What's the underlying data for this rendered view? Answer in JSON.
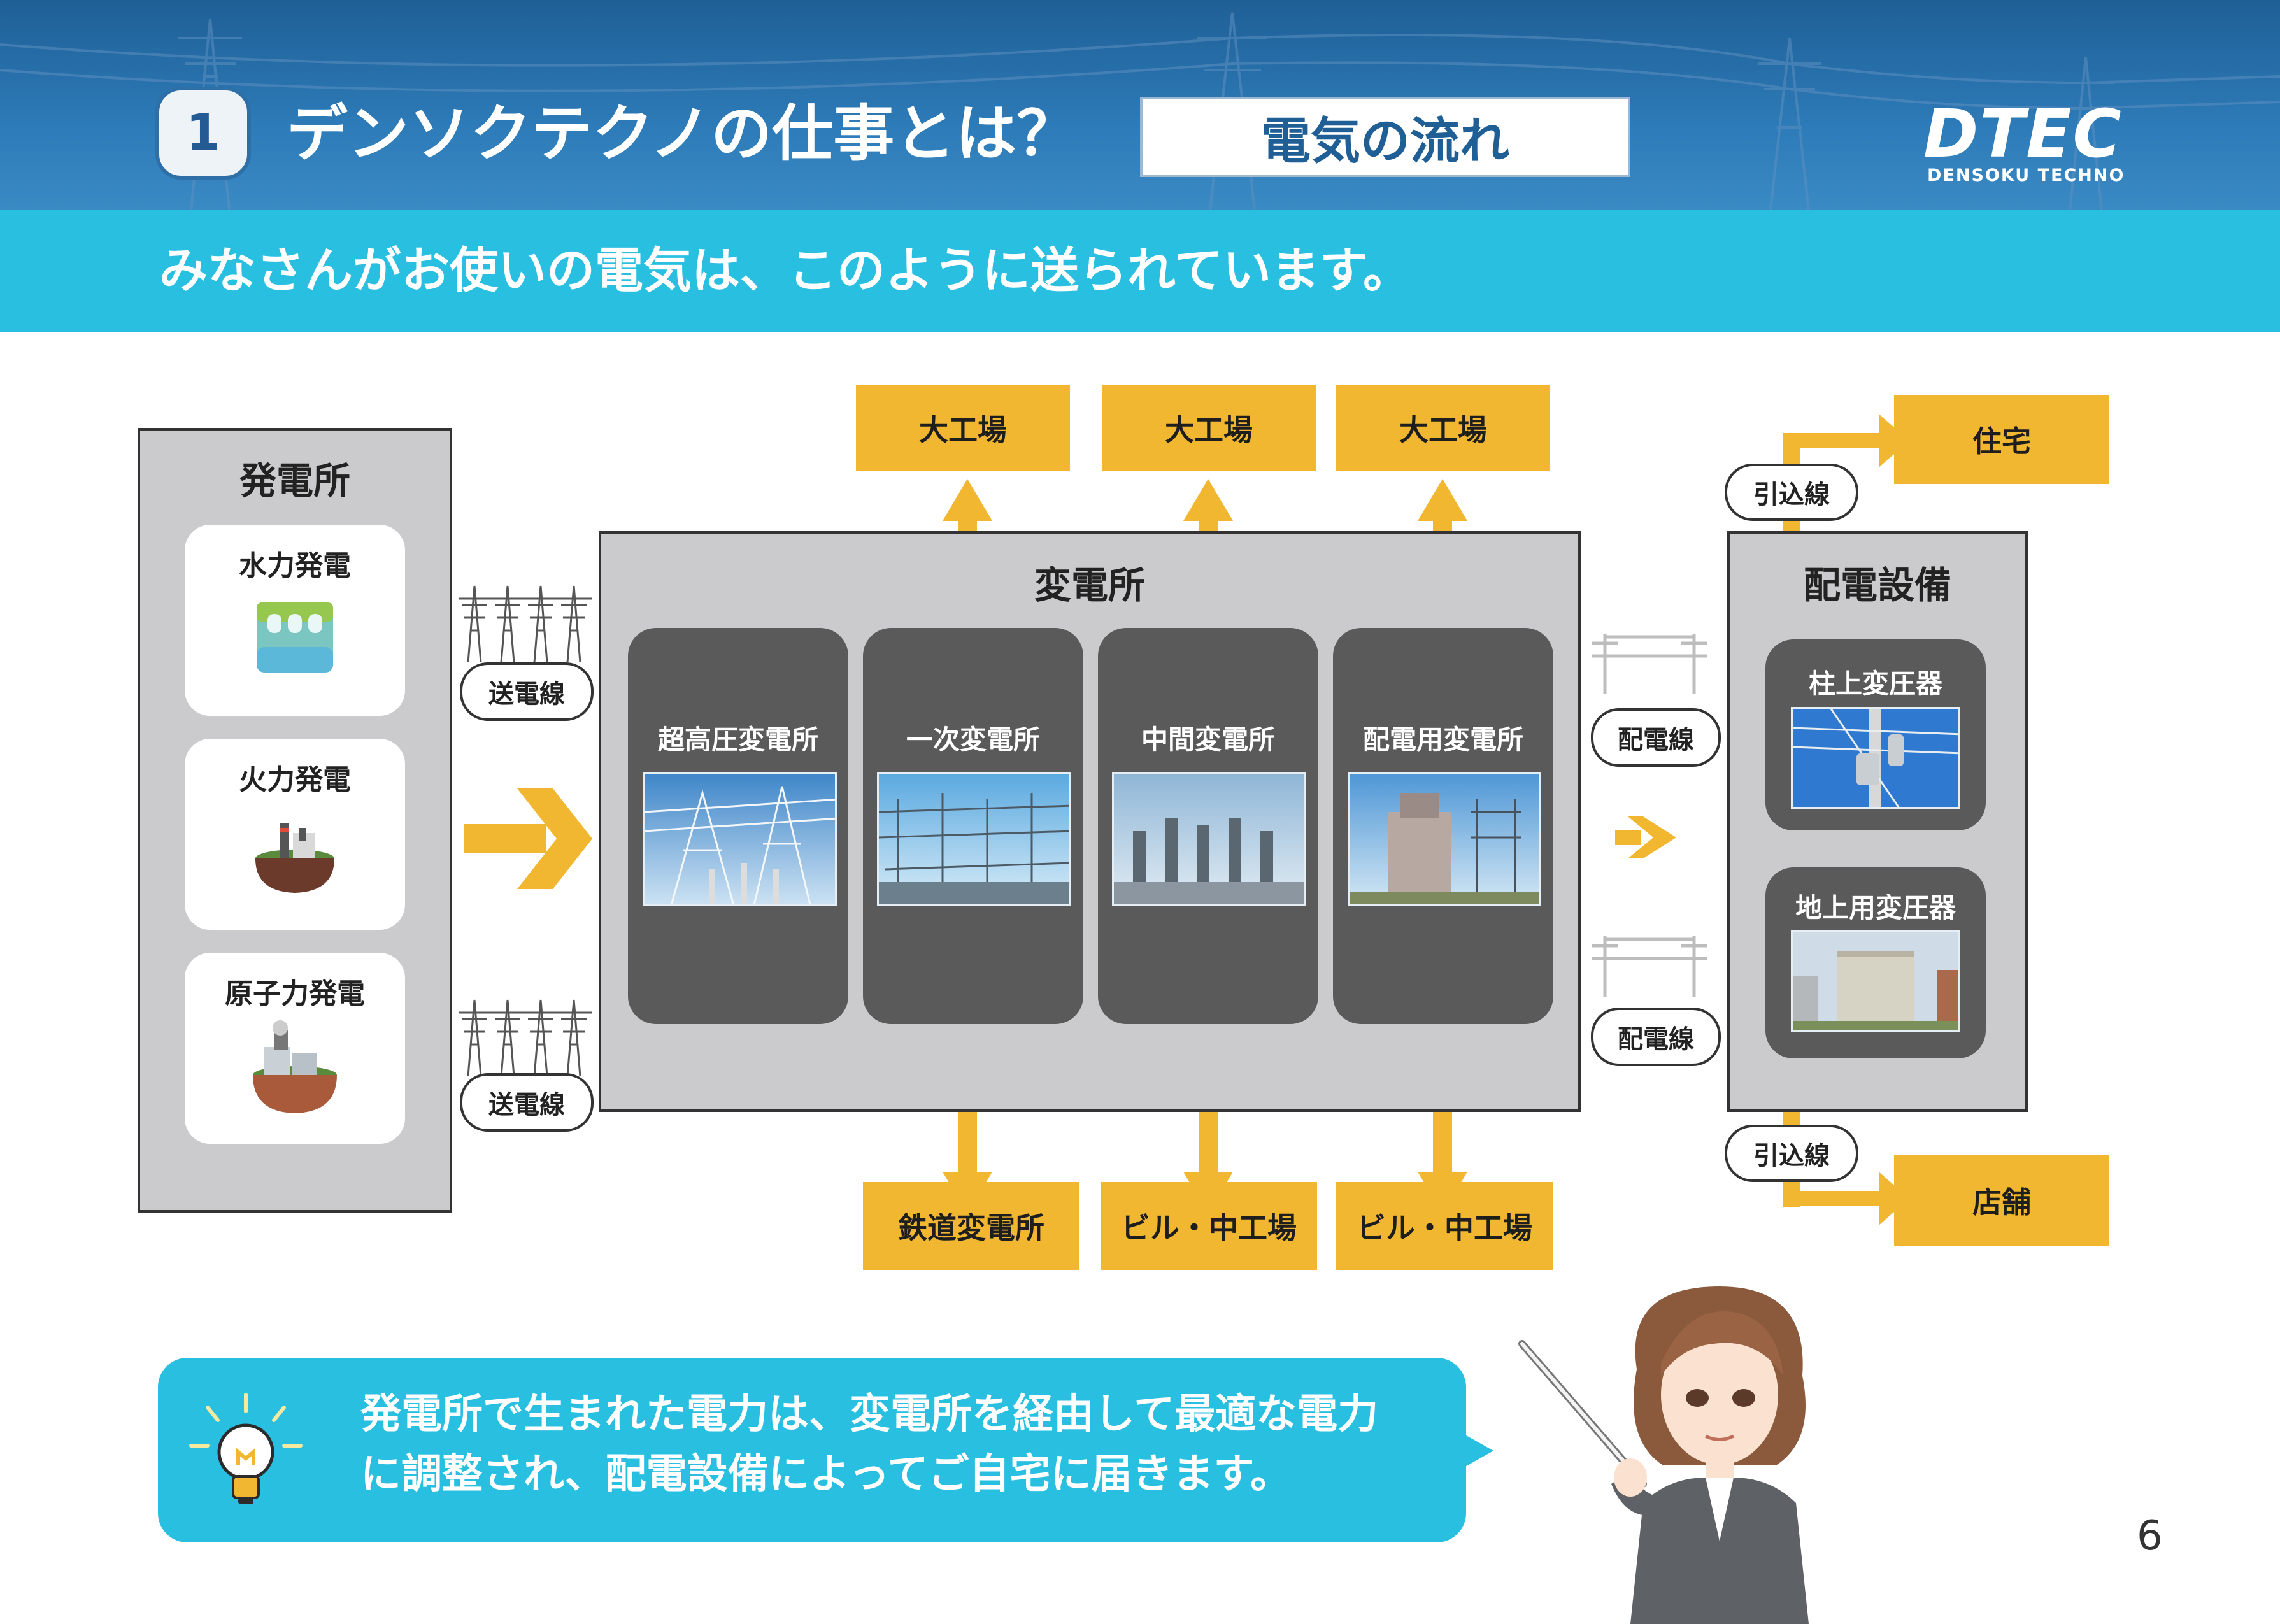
{
  "header": {
    "number": "1",
    "title": "デンソクテクノの仕事とは？",
    "topic": "電気の流れ",
    "logo_mark": "DTEC",
    "logo_sub": "DENSOKU TECHNO"
  },
  "banner": {
    "text": "みなさんがお使いの電気は、このように送られています。"
  },
  "power_plants": {
    "title": "発電所",
    "items": [
      {
        "label": "水力発電",
        "icon": "hydro-dam-icon"
      },
      {
        "label": "火力発電",
        "icon": "thermal-plant-icon"
      },
      {
        "label": "原子力発電",
        "icon": "nuclear-plant-icon"
      }
    ]
  },
  "transmission": {
    "label_top": "送電線",
    "label_bottom": "送電線"
  },
  "substation": {
    "title": "変電所",
    "stages": [
      {
        "label": "超高圧変電所"
      },
      {
        "label": "一次変電所"
      },
      {
        "label": "中間変電所"
      },
      {
        "label": "配電用変電所"
      }
    ]
  },
  "outputs_top": [
    "大工場",
    "大工場",
    "大工場"
  ],
  "outputs_bottom": [
    "鉄道変電所",
    "ビル・中工場",
    "ビル・中工場"
  ],
  "distribution_lines": {
    "label_top": "配電線",
    "label_bottom": "配電線"
  },
  "distribution": {
    "title": "配電設備",
    "items": [
      {
        "label": "柱上変圧器"
      },
      {
        "label": "地上用変圧器"
      }
    ]
  },
  "service_drop": {
    "label_top": "引込線",
    "label_bottom": "引込線"
  },
  "destinations": {
    "top": "住宅",
    "bottom": "店舗"
  },
  "note": {
    "line1": "発電所で生まれた電力は、変電所を経由して最適な電力",
    "line2": "に調整され、配電設備によってご自宅に届きます。",
    "icon": "lightbulb-icon"
  },
  "page_number": "6",
  "colors": {
    "accent": "#f2b731",
    "cyan": "#28bfe0",
    "header_blue": "#1f5f96",
    "panel_gray": "#cbcbcd",
    "dark_card": "#5a5a5b"
  }
}
